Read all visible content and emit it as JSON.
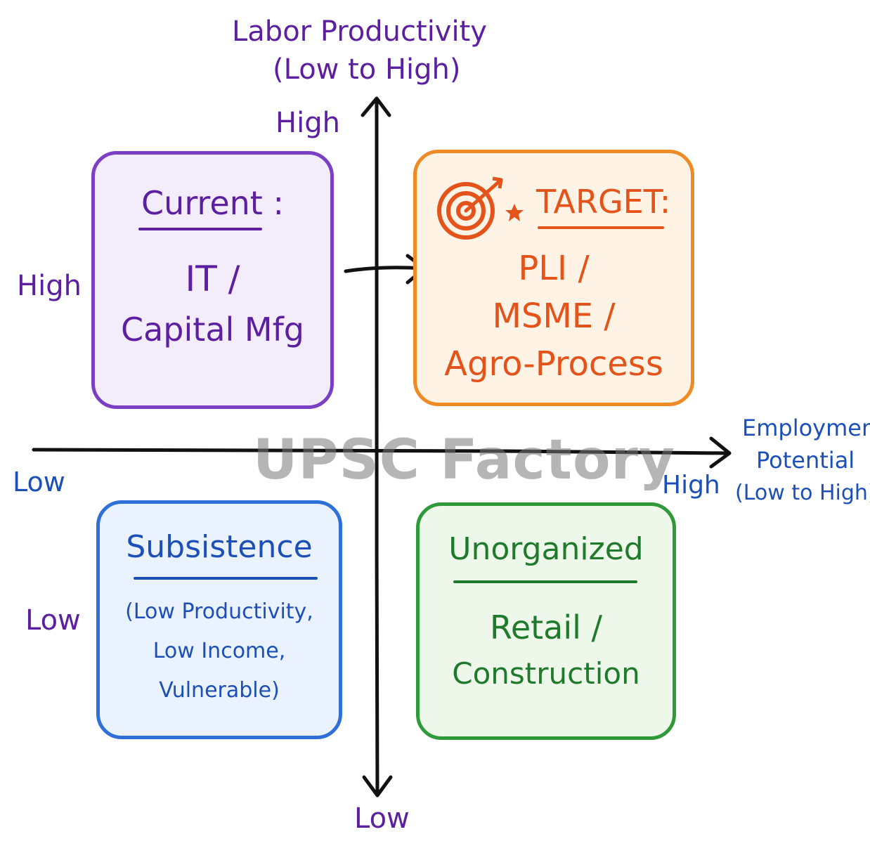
{
  "y_axis": {
    "title_line1": "Labor Productivity",
    "title_line2": "(Low to High)",
    "high_label": "High",
    "low_label": "Low"
  },
  "x_axis": {
    "title_line1": "Employment",
    "title_line2": "Potential",
    "title_line3": "(Low to High)",
    "high_label": "High",
    "low_label": "Low"
  },
  "row_labels": {
    "high": "High",
    "low": "Low"
  },
  "quadrants": {
    "top_left": {
      "title": "Current :",
      "line1": "IT /",
      "line2": "Capital Mfg",
      "color": "#7a3fc4"
    },
    "top_right": {
      "title": "TARGET:",
      "line1": "PLI /",
      "line2": "MSME /",
      "line3": "Agro-Process",
      "icons": [
        "target-icon",
        "star-icon"
      ],
      "color": "#f08a24"
    },
    "bottom_left": {
      "title": "Subsistence",
      "line1": "(Low Productivity,",
      "line2": "Low Income,",
      "line3": "Vulnerable)",
      "color": "#2f6fd8"
    },
    "bottom_right": {
      "title": "Unorganized",
      "line1": "Retail /",
      "line2": "Construction",
      "color": "#2e9a3a"
    }
  },
  "watermark": "UPSC Factory"
}
